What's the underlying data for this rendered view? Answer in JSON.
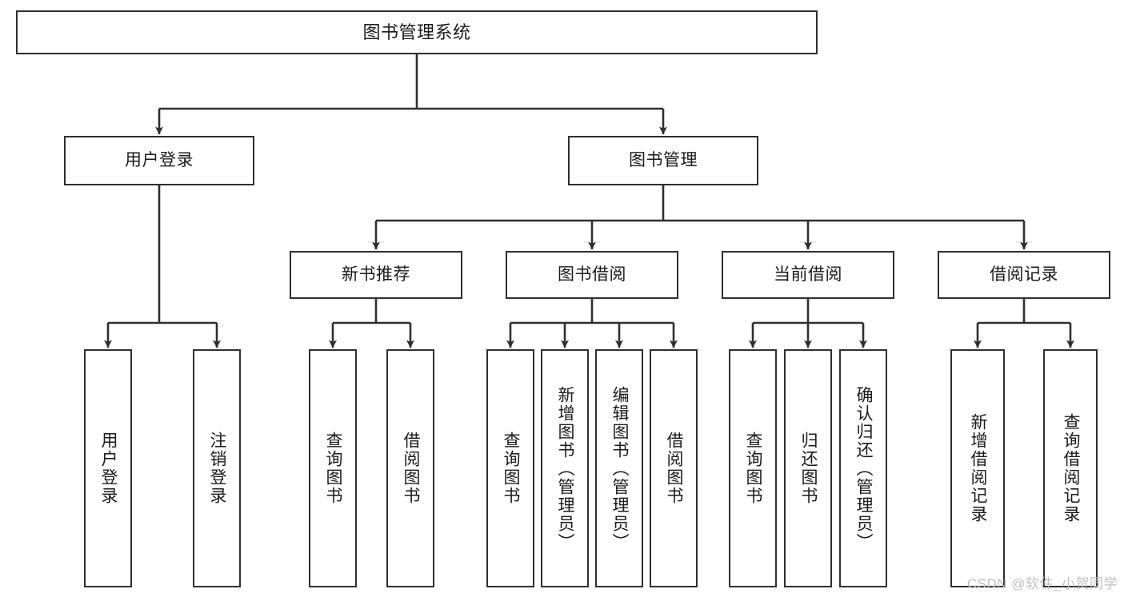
{
  "diagram": {
    "title": "图书管理系统",
    "type": "tree",
    "stroke_color": "#2f2f2f",
    "fill_color": "#ffffff",
    "nodes": {
      "root": {
        "label": "图书管理系统"
      },
      "level2": [
        {
          "id": "user-login",
          "label": "用户登录"
        },
        {
          "id": "book-manage",
          "label": "图书管理"
        }
      ],
      "level3": [
        {
          "id": "new-book-rec",
          "label": "新书推荐"
        },
        {
          "id": "book-borrow",
          "label": "图书借阅"
        },
        {
          "id": "current-borrow",
          "label": "当前借阅"
        },
        {
          "id": "borrow-record",
          "label": "借阅记录"
        }
      ],
      "leaves": {
        "user_login": [
          {
            "id": "leaf-user-login",
            "label": "用户登录"
          },
          {
            "id": "leaf-logout",
            "label": "注销登录"
          }
        ],
        "new_book_rec": [
          {
            "id": "leaf-query-book-1",
            "label": "查询图书"
          },
          {
            "id": "leaf-borrow-book-1",
            "label": "借阅图书"
          }
        ],
        "book_borrow": [
          {
            "id": "leaf-query-book-2",
            "label": "查询图书"
          },
          {
            "id": "leaf-add-book",
            "label": "新增图书（管理员）"
          },
          {
            "id": "leaf-edit-book",
            "label": "编辑图书（管理员）"
          },
          {
            "id": "leaf-borrow-book-2",
            "label": "借阅图书"
          }
        ],
        "current_borrow": [
          {
            "id": "leaf-query-book-3",
            "label": "查询图书"
          },
          {
            "id": "leaf-return-book",
            "label": "归还图书"
          },
          {
            "id": "leaf-confirm-return",
            "label": "确认归还（管理员）"
          }
        ],
        "borrow_record": [
          {
            "id": "leaf-add-record",
            "label": "新增借阅记录"
          },
          {
            "id": "leaf-query-record",
            "label": "查询借阅记录"
          }
        ]
      }
    }
  },
  "watermark": {
    "text": "CSDN @软件_小贺同学"
  }
}
